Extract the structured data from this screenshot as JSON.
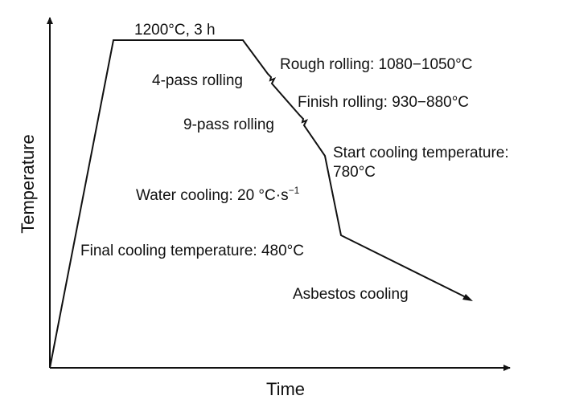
{
  "axes": {
    "x_label": "Time",
    "y_label": "Temperature"
  },
  "annotations": {
    "hold": "1200°C, 3 h",
    "rough_rolling": "Rough rolling: 1080−1050°C",
    "four_pass": "4-pass rolling",
    "finish_rolling": "Finish rolling: 930−880°C",
    "nine_pass": "9-pass rolling",
    "start_cooling_line1": "Start cooling temperature:",
    "start_cooling_line2": "780°C",
    "water_cooling_main": "Water cooling: 20 °C·s",
    "water_cooling_sup": "−1",
    "final_cooling": "Final cooling temperature: 480°C",
    "asbestos": "Asbestos cooling"
  },
  "colors": {
    "line": "#111111",
    "background": "#ffffff"
  }
}
